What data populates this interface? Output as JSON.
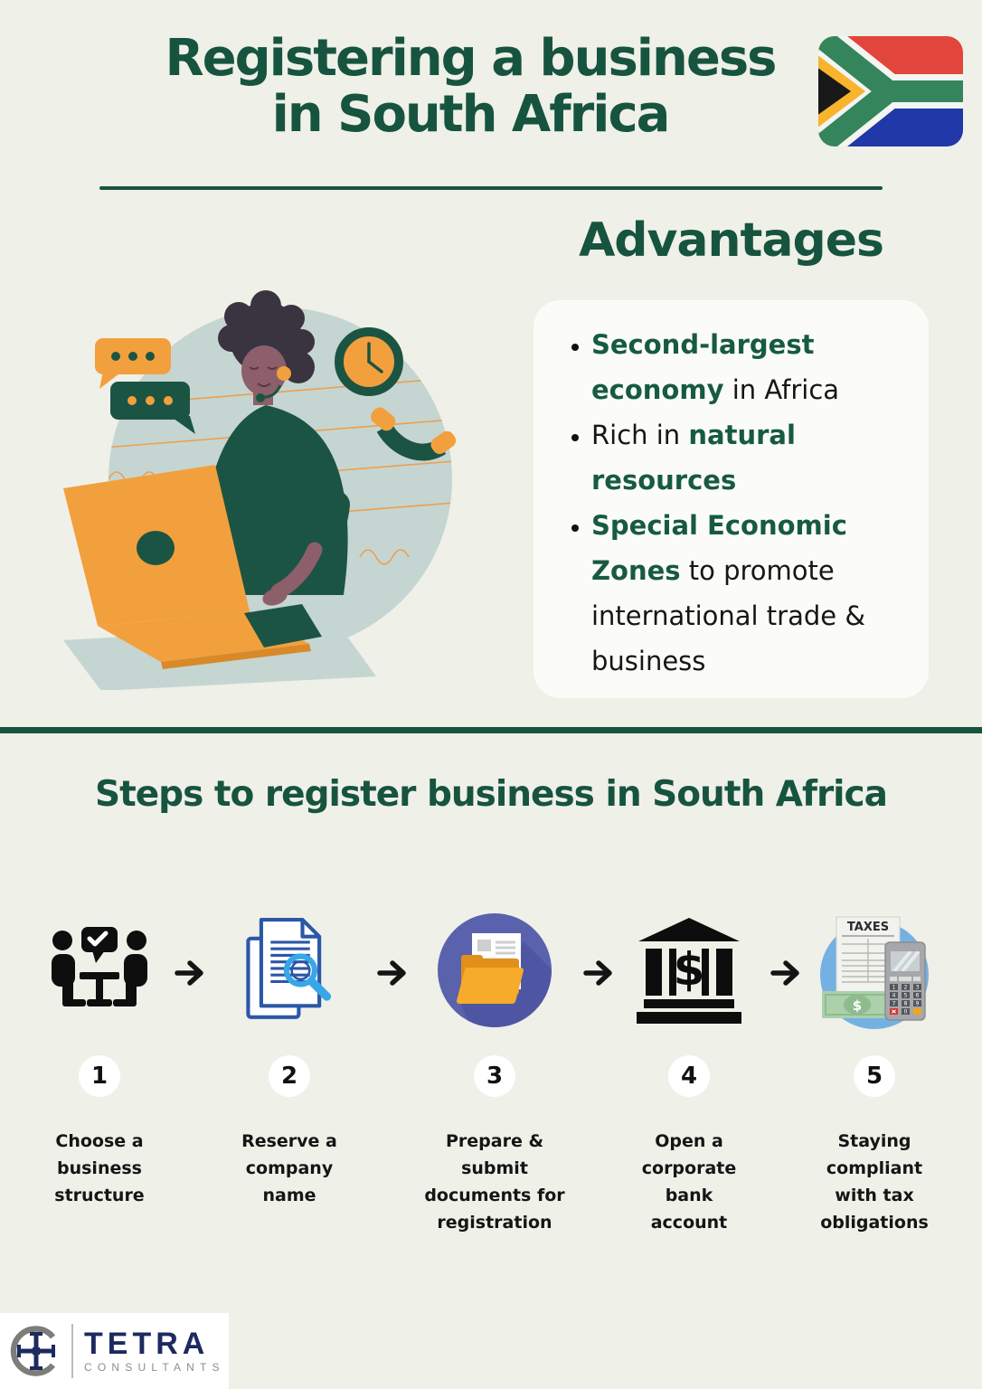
{
  "colors": {
    "background": "#eff0e8",
    "accent_green": "#17543f",
    "highlight_green": "#175a42",
    "orange": "#f2a03d",
    "text_black": "#151515"
  },
  "header": {
    "title_line1": "Registering a business",
    "title_line2": "in South Africa",
    "flag": "south-africa-flag"
  },
  "advantages": {
    "heading": "Advantages",
    "bullets": [
      {
        "segments": [
          {
            "t": "Second-largest economy",
            "em": true
          },
          {
            "t": " in Africa",
            "em": false
          }
        ]
      },
      {
        "segments": [
          {
            "t": "Rich in ",
            "em": false
          },
          {
            "t": "natural resources",
            "em": true
          }
        ]
      },
      {
        "segments": [
          {
            "t": "Special Economic Zones",
            "em": true
          },
          {
            "t": " to promote international trade & business",
            "em": false
          }
        ]
      }
    ]
  },
  "steps": {
    "heading": "Steps to register business in South Africa",
    "items": [
      {
        "number": "1",
        "label": "Choose a business structure",
        "icon": "meeting-discussion-icon"
      },
      {
        "number": "2",
        "label": "Reserve a company name",
        "icon": "document-search-icon"
      },
      {
        "number": "3",
        "label": "Prepare & submit documents for registration",
        "icon": "folder-documents-icon"
      },
      {
        "number": "4",
        "label": "Open a corporate bank account",
        "icon": "bank-icon"
      },
      {
        "number": "5",
        "label": "Staying compliant with tax obligations",
        "icon": "tax-calculator-icon"
      }
    ],
    "tax_doc_label": "TAXES",
    "currency_symbol": "$",
    "calc_keys": [
      "1",
      "2",
      "3",
      "4",
      "5",
      "6",
      "7",
      "8",
      "9",
      "0"
    ]
  },
  "footer": {
    "brand_name": "TETRA",
    "brand_subtitle": "CONSULTANTS"
  }
}
